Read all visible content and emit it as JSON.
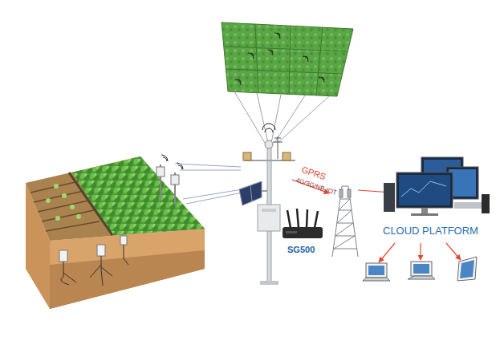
{
  "diagram": {
    "labels": [
      "GPRS",
      "4G/3G/NB-IOT",
      "SG500",
      "CLOUD PLATFORM"
    ]
  }
}
